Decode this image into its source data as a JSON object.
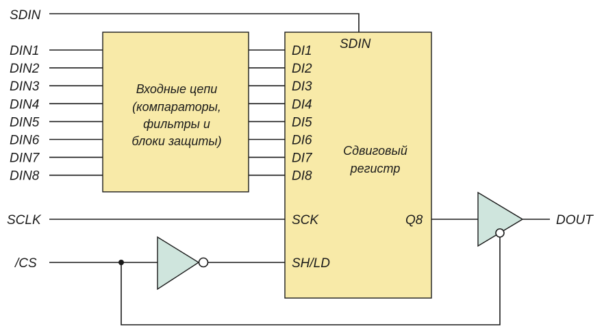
{
  "signals": {
    "sdin": "SDIN",
    "din": [
      "DIN1",
      "DIN2",
      "DIN3",
      "DIN4",
      "DIN5",
      "DIN6",
      "DIN7",
      "DIN8"
    ],
    "sclk": "SCLK",
    "cs": "/CS",
    "dout": "DOUT"
  },
  "input_block": {
    "lines": [
      "Входные цепи",
      "(компараторы,",
      "фильтры и",
      "блоки защиты)"
    ]
  },
  "register": {
    "sdin_pin": "SDIN",
    "di_pins": [
      "DI1",
      "DI2",
      "DI3",
      "DI4",
      "DI5",
      "DI6",
      "DI7",
      "DI8"
    ],
    "sck_pin": "SCK",
    "shld_pin": "SH/LD",
    "q8_pin": "Q8",
    "title_lines": [
      "Сдвиговый",
      "регистр"
    ]
  },
  "colors": {
    "block_fill": "#f8eaa8",
    "buffer_fill": "#cfe5dd",
    "line": "#1a1a1a"
  }
}
